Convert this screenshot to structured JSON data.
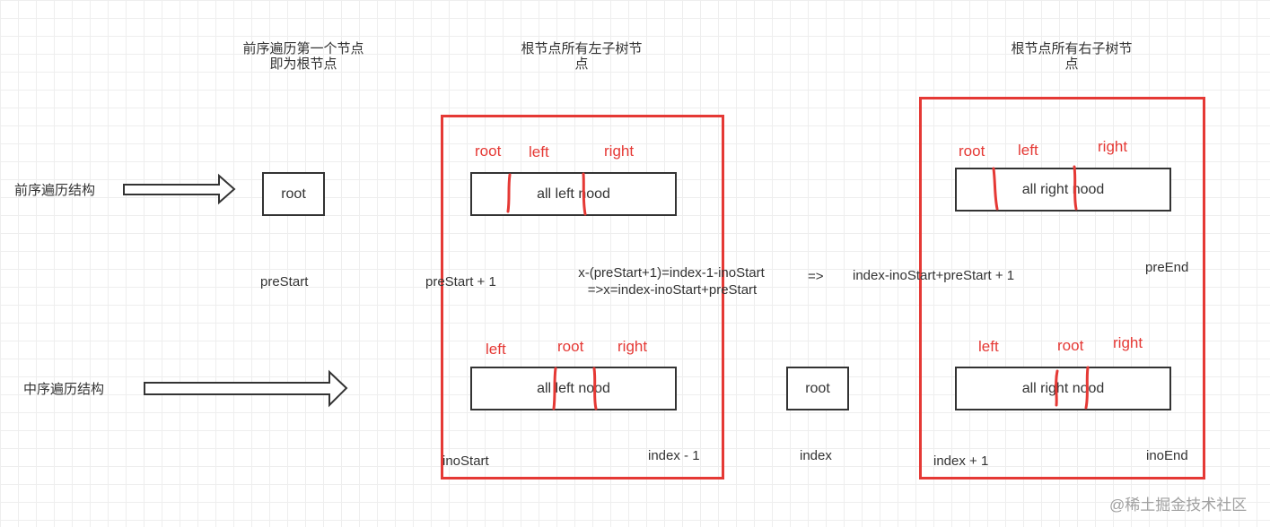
{
  "headers": {
    "root_line1": "前序遍历第一个节点",
    "root_line2": "即为根节点",
    "left_line1": "根节点所有左子树节",
    "left_line2": "点",
    "right_line1": "根节点所有右子树节",
    "right_line2": "点"
  },
  "rows": {
    "preorder_label": "前序遍历结构",
    "inorder_label": "中序遍历结构"
  },
  "nodes": {
    "pre_root": "root",
    "pre_left": "all left nood",
    "pre_right": "all right nood",
    "in_left": "all left nood",
    "in_root": "root",
    "in_right": "all right nood"
  },
  "segments": {
    "pre_left": [
      "root",
      "left",
      "right"
    ],
    "pre_right": [
      "root",
      "left",
      "right"
    ],
    "in_left": [
      "left",
      "root",
      "right"
    ],
    "in_right": [
      "left",
      "root",
      "right"
    ]
  },
  "indices": {
    "pre_start": "preStart",
    "pre_start_plus1": "preStart + 1",
    "formula_line1": "x-(preStart+1)=index-1-inoStart",
    "formula_line2": "=>x=index-inoStart+preStart",
    "arrow": "=>",
    "right_start": "index-inoStart+preStart + 1",
    "pre_end": "preEnd",
    "ino_start": "inoStart",
    "index_minus1": "index - 1",
    "index": "index",
    "index_plus1": "index + 1",
    "ino_end": "inoEnd"
  },
  "colors": {
    "accent": "#e53935",
    "stroke": "#333333",
    "grid": "#eeeeee"
  },
  "watermark": "@稀土掘金技术社区"
}
